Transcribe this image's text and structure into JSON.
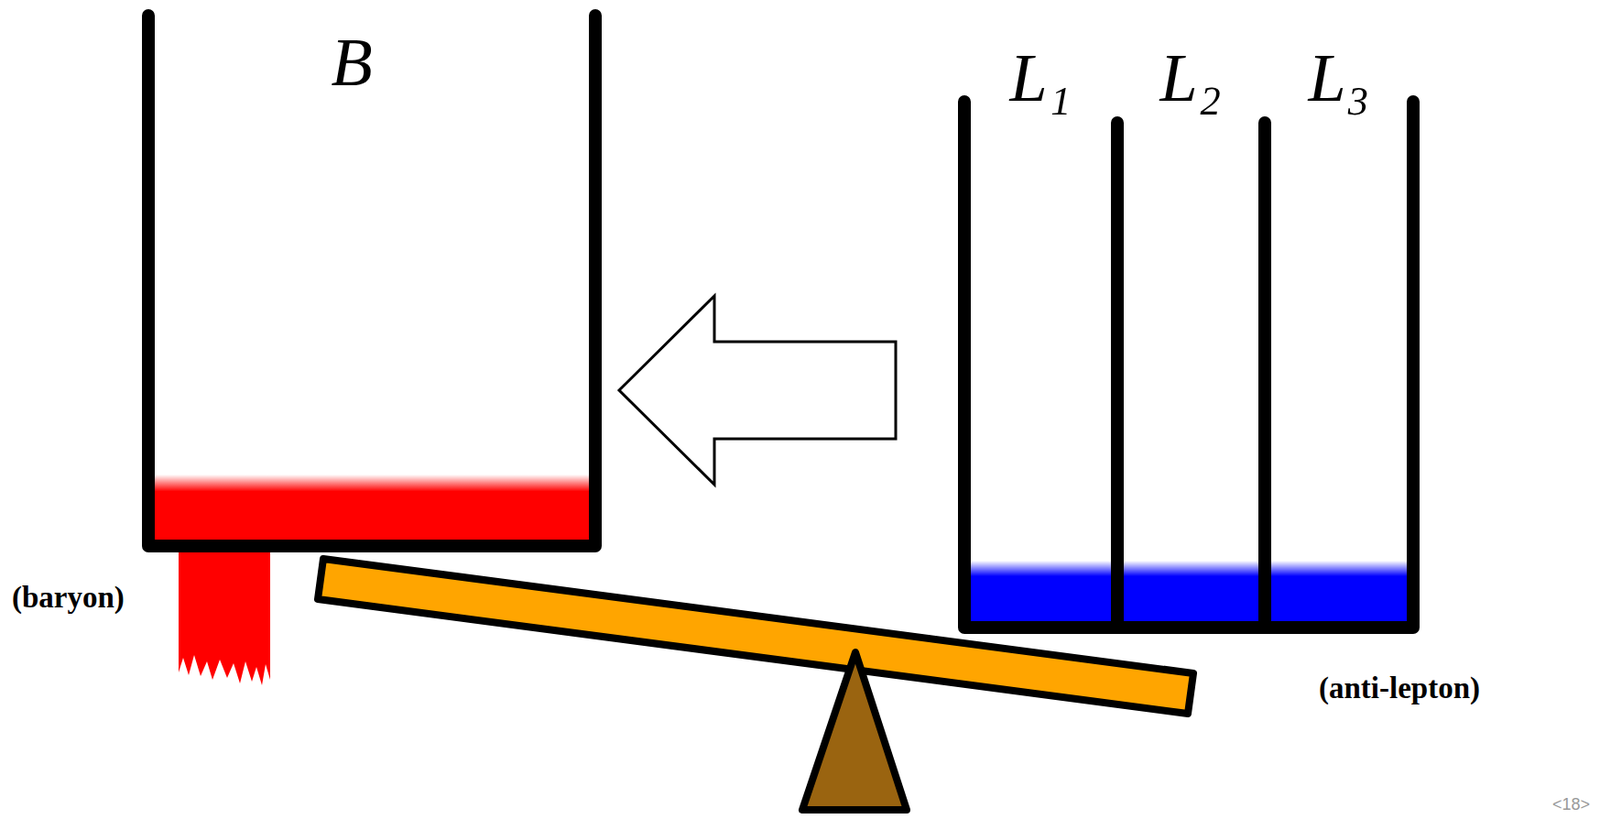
{
  "diagram": {
    "nodes": [
      {
        "text": [
          "B"
        ]
      },
      {
        "text": [
          "L₁",
          "L₂",
          "L₃"
        ]
      }
    ],
    "edges": [
      {
        "from": 1,
        "to": 0,
        "arrow": "to"
      }
    ],
    "labels": [
      "(baryon)",
      "(anti-lepton)",
      "<18>"
    ]
  }
}
